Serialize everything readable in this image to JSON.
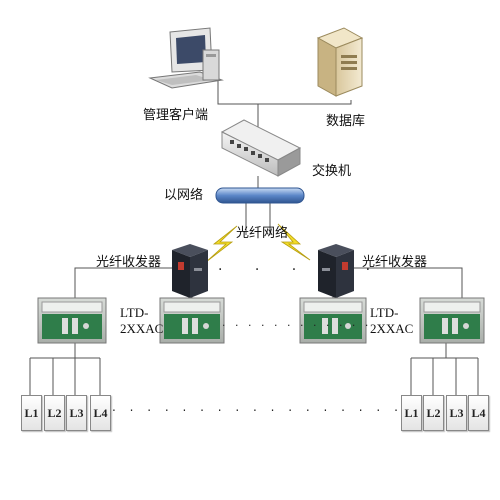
{
  "labels": {
    "client": "管理客户端",
    "database": "数据库",
    "switch": "交换机",
    "ethernet": "以网络",
    "fiber_network": "光纤网络",
    "transceiver_left": "光纤收发器",
    "transceiver_right": "光纤收发器",
    "ltd_left_line1": "LTD-",
    "ltd_left_line2": "2XXAC",
    "ltd_right_line1": "LTD-",
    "ltd_right_line2": "2XXAC"
  },
  "left_loads": [
    "L1",
    "L2",
    "L3",
    "L4"
  ],
  "right_loads": [
    "L1",
    "L2",
    "L3",
    "L4"
  ],
  "ellipses": {
    "top": "· · · · ·",
    "middle": ". . . . . . . . . . . . . .",
    "bottom": ". . . . . . . . . . . . . . . . . . . . . ."
  },
  "colors": {
    "line": "#555555",
    "bus": "#5b86c8",
    "lightning": "#f2dc2a",
    "cabinet_green": "#2f7d4a",
    "transceiver": "#2b2f3a"
  }
}
